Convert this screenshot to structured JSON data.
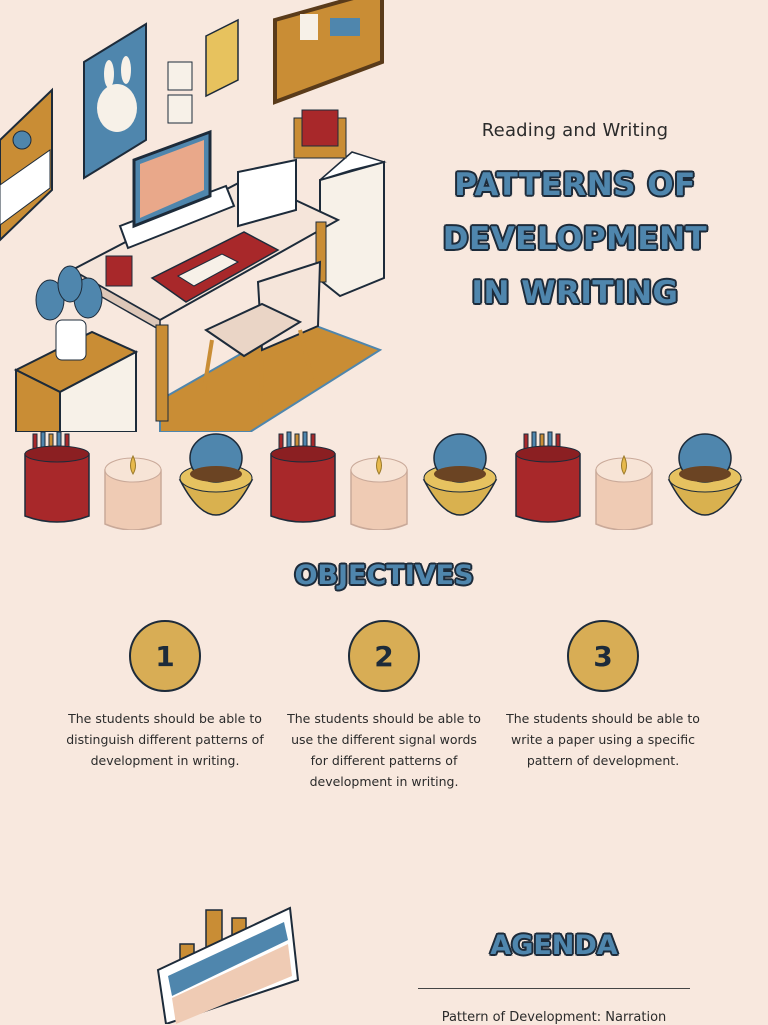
{
  "header": {
    "subtitle": "Reading and Writing",
    "title": "Patterns of Development in Writing"
  },
  "objectives": {
    "heading": "Objectives",
    "items": [
      {
        "number": "1",
        "text": "The students should be able to distinguish different patterns of development in writing."
      },
      {
        "number": "2",
        "text": "The students should be able to use the different signal words for different patterns of development in writing."
      },
      {
        "number": "3",
        "text": "The students should be able to write a paper using a specific pattern of development."
      }
    ]
  },
  "agenda": {
    "heading": "Agenda",
    "items": [
      "Pattern of Development: Narration"
    ]
  },
  "colors": {
    "background": "#f8e8de",
    "title_blue": "#4f86ad",
    "outline_navy": "#1d2b3a",
    "mustard": "#d8ad55",
    "brick_red": "#a8282a"
  },
  "illustrations": [
    "desk-workspace-illustration",
    "decor-row-illustration",
    "easel-illustration"
  ]
}
